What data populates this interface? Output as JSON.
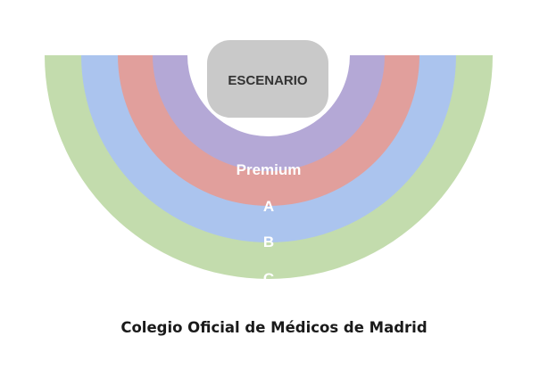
{
  "stage": {
    "label": "ESCENARIO",
    "color": "#c9c9c9"
  },
  "zones": [
    {
      "id": "c",
      "label": "C",
      "color": "#c3dcad"
    },
    {
      "id": "b",
      "label": "B",
      "color": "#abc4ee"
    },
    {
      "id": "a",
      "label": "A",
      "color": "#e19f9c"
    },
    {
      "id": "premium",
      "label": "Premium",
      "color": "#b4a8d6"
    }
  ],
  "venue": {
    "name": "Colegio Oficial de Médicos de Madrid"
  }
}
